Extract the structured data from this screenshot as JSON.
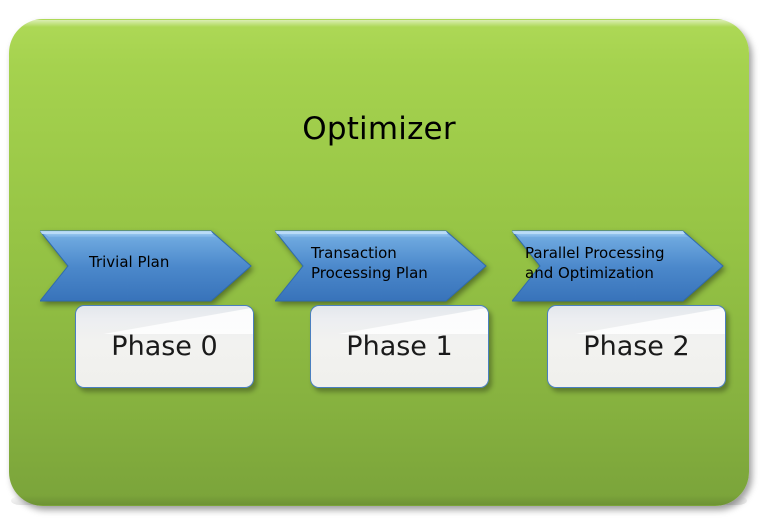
{
  "diagram": {
    "title": "Optimizer",
    "container_color_top": "#aed957",
    "container_color_bottom": "#7aa33a",
    "chevron_color_top": "#6ea8e0",
    "chevron_color_bottom": "#3a76bd",
    "phase_box_color": "#f1f1ef",
    "phase_box_border_color": "#4a7fbf",
    "text_color": "#000000",
    "phases": [
      {
        "arrow_label": "Trivial Plan",
        "box_label": "Phase 0"
      },
      {
        "arrow_label": "Transaction\nProcessing Plan",
        "box_label": "Phase 1"
      },
      {
        "arrow_label": "Parallel Processing\nand Optimization",
        "box_label": "Phase 2"
      }
    ]
  }
}
